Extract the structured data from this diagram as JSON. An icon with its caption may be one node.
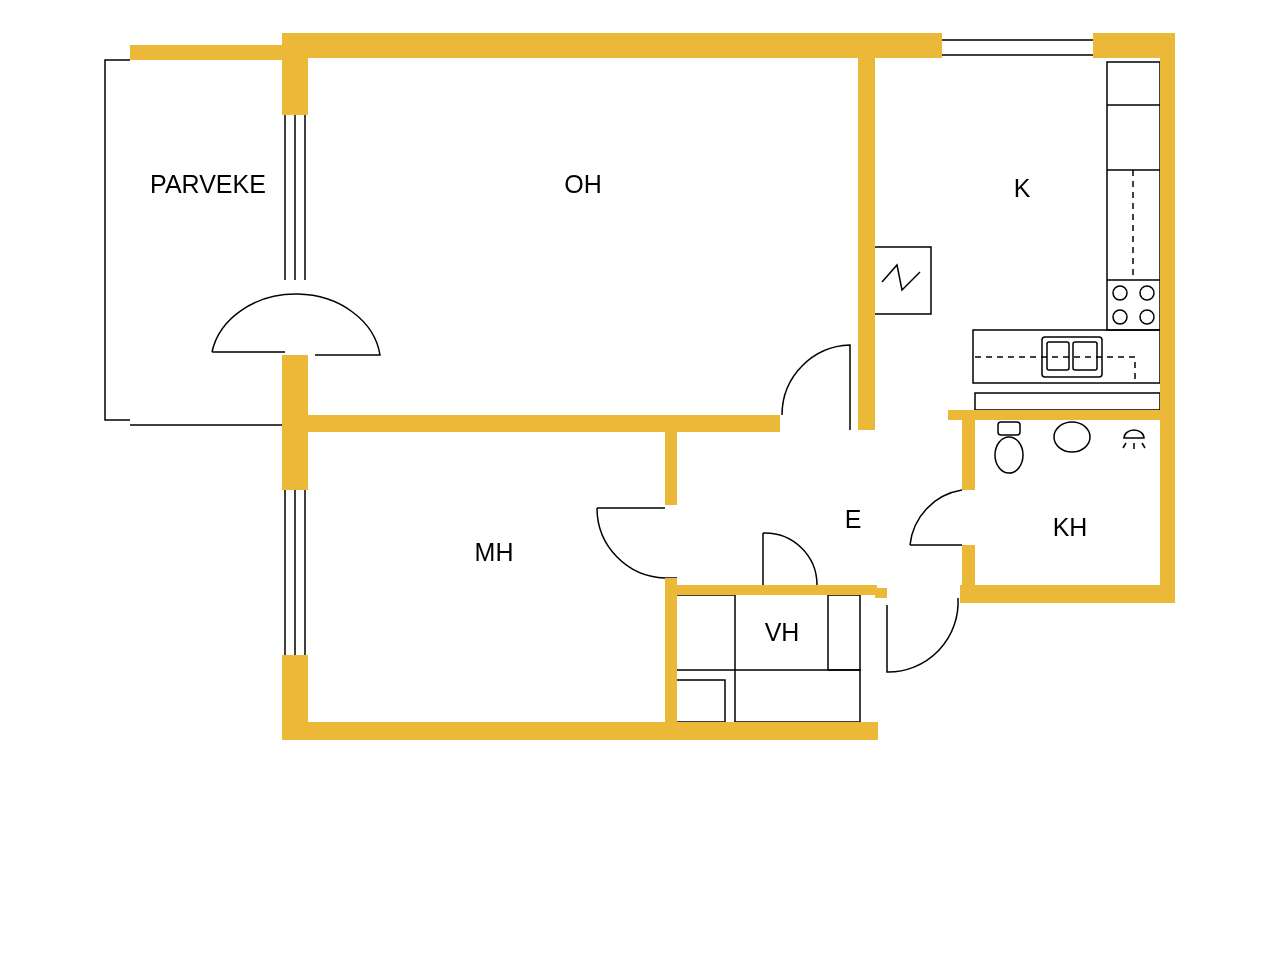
{
  "diagram": {
    "labels": [
      "PARVEKE",
      "OH",
      "K",
      "MH",
      "E",
      "KH",
      "VH"
    ]
  }
}
